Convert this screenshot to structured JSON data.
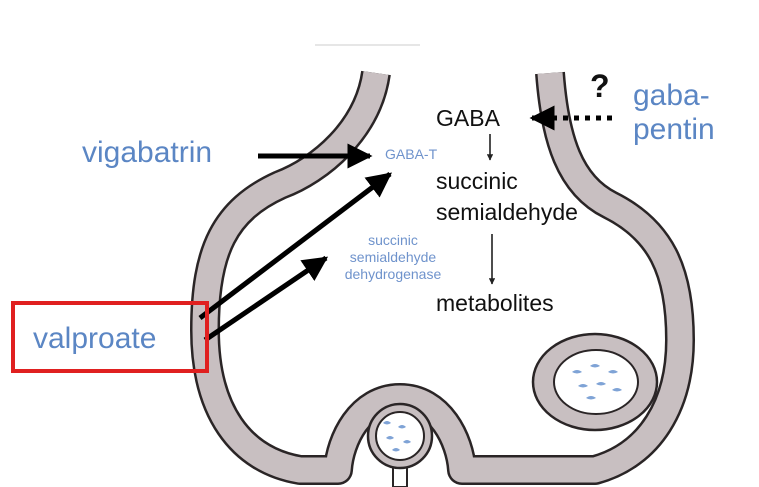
{
  "drugs": {
    "vigabatrin": "vigabatrin",
    "valproate": "valproate",
    "gabapentin_line1": "gaba-",
    "gabapentin_line2": "pentin",
    "unknown_mechanism_mark": "?"
  },
  "enzymes": {
    "gaba_t": "GABA-T",
    "ssadh_line1": "succinic",
    "ssadh_line2": "semialdehyde",
    "ssadh_line3": "dehydrogenase"
  },
  "pathway": {
    "gaba": "GABA",
    "ssa_line1": "succinic",
    "ssa_line2": "semialdehyde",
    "metabolites": "metabolites"
  },
  "colors": {
    "drug_text": "#5b86c4",
    "highlight_box": "#e02020",
    "membrane_fill": "#c8bfc1",
    "membrane_outline": "#2a2526"
  }
}
